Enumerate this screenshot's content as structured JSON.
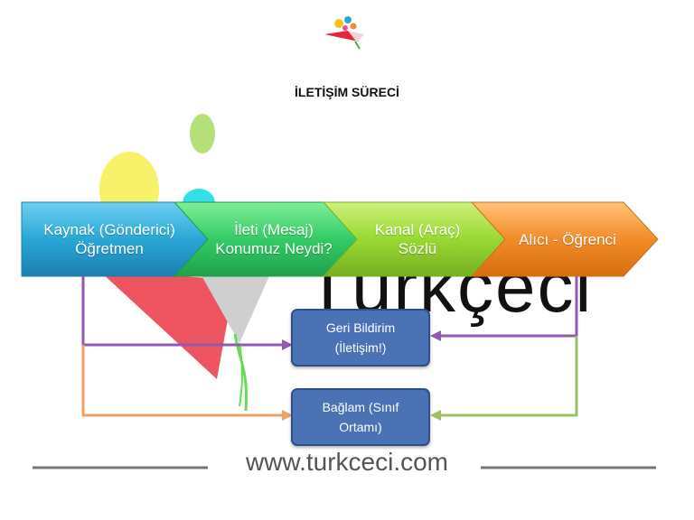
{
  "title": "İLETİŞİM SÜRECİ",
  "watermark": "Türkçeci",
  "steps": [
    {
      "label": "Kaynak (Gönderici) Öğretmen",
      "color": "#2aa7d6"
    },
    {
      "label": "İleti (Mesaj) Konumuz Neydi?",
      "color": "#33cc66"
    },
    {
      "label": "Kanal (Araç) Sözlü",
      "color": "#99d933"
    },
    {
      "label": "Alıcı - Öğrenci",
      "color": "#f28c28"
    }
  ],
  "feedback_box": {
    "label": "Geri Bildirim (İletişim!)"
  },
  "context_box": {
    "label": "Bağlam (Sınıf Ortamı)"
  },
  "footer": {
    "url": "www.turkceci.com"
  },
  "colors": {
    "feedback_arrow": "#8e5bb0",
    "context_arrow_left": "#f0a060",
    "context_arrow_right": "#9cc060",
    "box_fill": "#4a72b5"
  }
}
